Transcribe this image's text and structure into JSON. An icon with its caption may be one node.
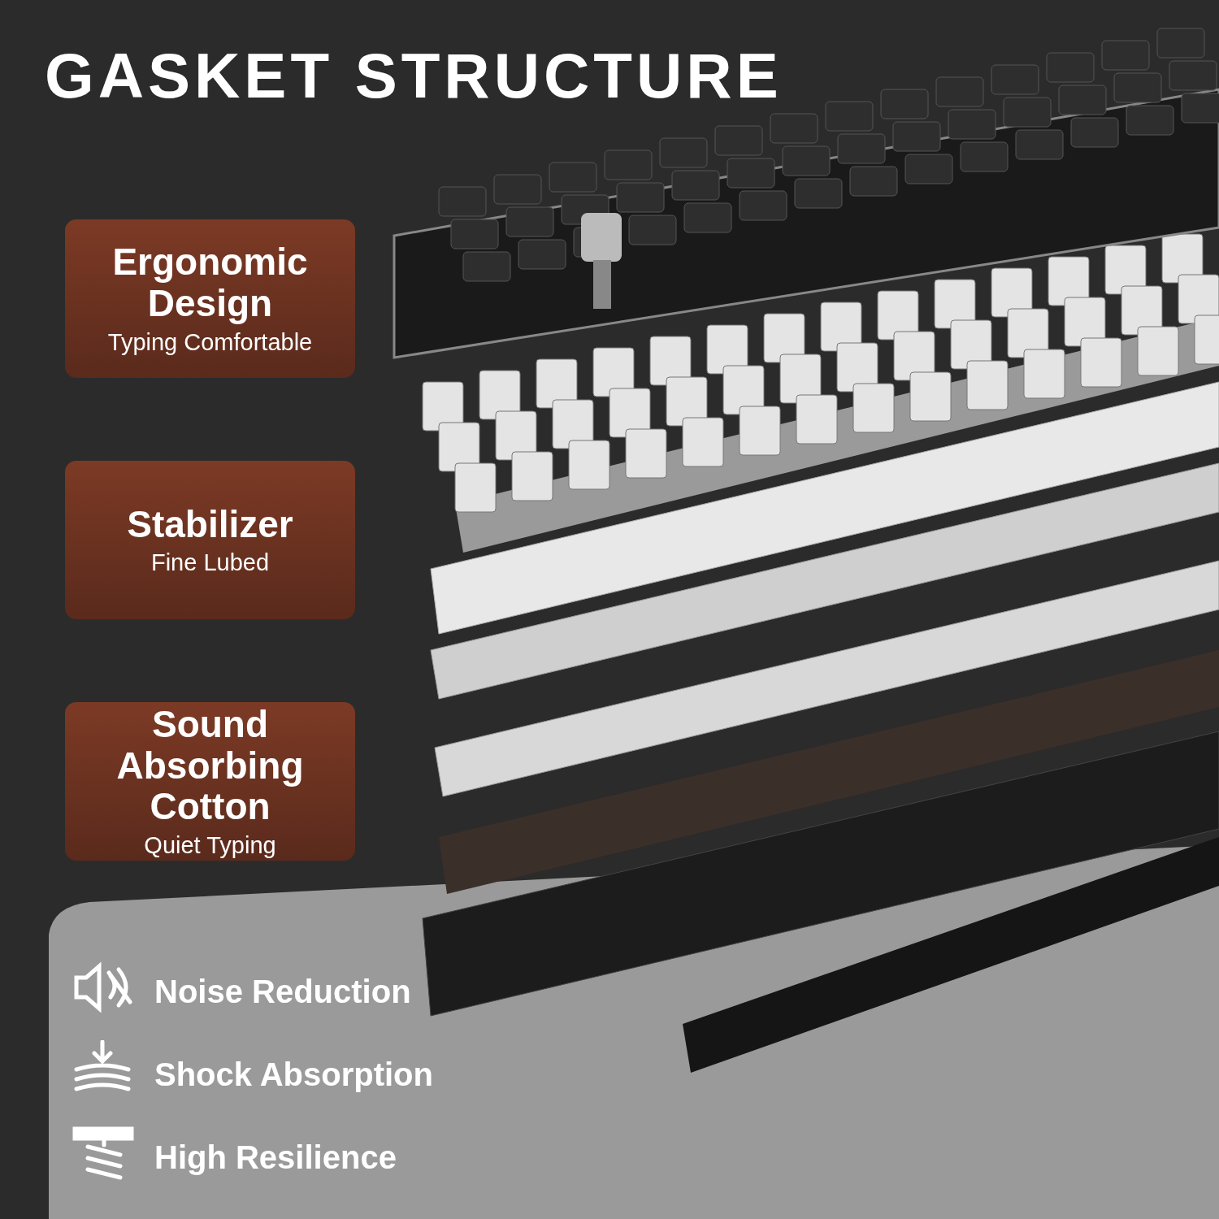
{
  "diagram": {
    "title": "GASKET STRUCTURE",
    "nodes": [
      {
        "text": [
          "Ergonomic Design",
          "Typing Comfortable"
        ]
      },
      {
        "text": [
          "Stabilizer",
          "Fine Lubed"
        ]
      },
      {
        "text": [
          "Sound Absorbing Cotton",
          "Quiet Typing"
        ]
      }
    ],
    "labels": [
      "Noise Reduction",
      "Shock Absorption",
      "High Resilience"
    ]
  }
}
